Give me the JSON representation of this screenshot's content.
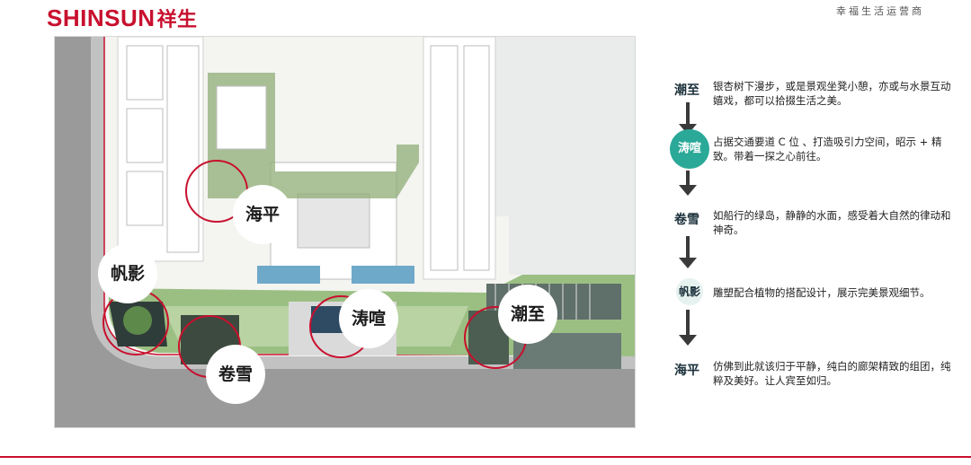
{
  "header": {
    "brand_latin": "SHINSUN",
    "brand_cjk": "祥生",
    "tagline": "幸福生活运营商"
  },
  "colors": {
    "brand_red": "#c8102e",
    "teal_badge": "#2aa898",
    "arrow": "#3a3a3a"
  },
  "plan": {
    "spots": [
      {
        "id": "haiping",
        "label": "海平"
      },
      {
        "id": "fanying",
        "label": "帆影"
      },
      {
        "id": "juanxue",
        "label": "卷雪"
      },
      {
        "id": "taoxuan",
        "label": "涛喧"
      },
      {
        "id": "chaozhi",
        "label": "潮至"
      }
    ]
  },
  "legend": {
    "items": [
      {
        "title": "潮至",
        "desc": "银杏树下漫步，或是景观坐凳小憩，亦或与水景互动嬉戏，都可以拾掇生活之美。"
      },
      {
        "title": "涛喧",
        "desc": "占据交通要道 C 位 、打造吸引力空间，昭示 + 精致。带着一探之心前往。"
      },
      {
        "title": "卷雪",
        "desc": "如船行的绿岛，静静的水面，感受着大自然的律动和神奇。"
      },
      {
        "title": "帆影",
        "desc": "雕塑配合植物的搭配设计，展示完美景观细节。"
      },
      {
        "title": "海平",
        "desc": "仿佛到此就该归于平静，纯白的廊架精致的组团，纯粹及美好。让人宾至如归。"
      }
    ]
  }
}
